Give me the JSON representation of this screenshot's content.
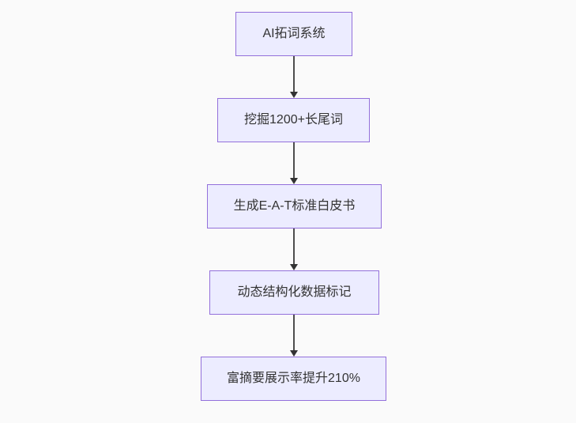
{
  "diagram": {
    "type": "flowchart",
    "direction": "top-down",
    "nodes": [
      {
        "label": "AI拓词系统"
      },
      {
        "label": "挖掘1200+长尾词"
      },
      {
        "label": "生成E-A-T标准白皮书"
      },
      {
        "label": "动态结构化数据标记"
      },
      {
        "label": "富摘要展示率提升210%"
      }
    ],
    "edges": [
      {
        "from": 0,
        "to": 1
      },
      {
        "from": 1,
        "to": 2
      },
      {
        "from": 2,
        "to": 3
      },
      {
        "from": 3,
        "to": 4
      }
    ],
    "colors": {
      "background": "#fafafa",
      "node_fill": "#ececff",
      "node_border": "#9370db",
      "edge_line": "#4d4d4d",
      "arrow_head": "#333333",
      "text": "#333333"
    }
  }
}
